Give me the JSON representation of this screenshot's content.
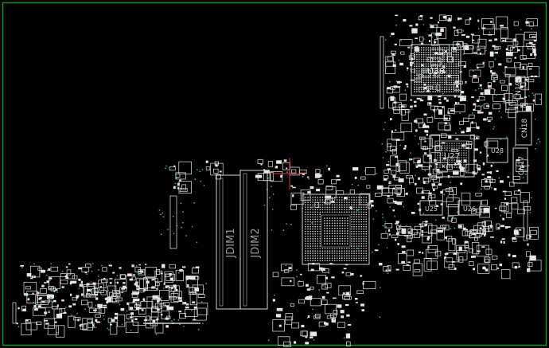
{
  "viewer": {
    "background": "#000000",
    "frame_color": "#1f8f1f",
    "part_color": "#e6e6e6",
    "via_color": "#2aa7a0",
    "cursor_color": "#e23a3a"
  },
  "components": {
    "cpu": "U30",
    "bridge": "U27",
    "dimm1": "JDIM1",
    "dimm2": "JDIM2",
    "cn19": "CN19",
    "cn18": "CN18",
    "cn17": "CN17",
    "u28": "U28",
    "u25": "U25",
    "u26": "U26"
  }
}
